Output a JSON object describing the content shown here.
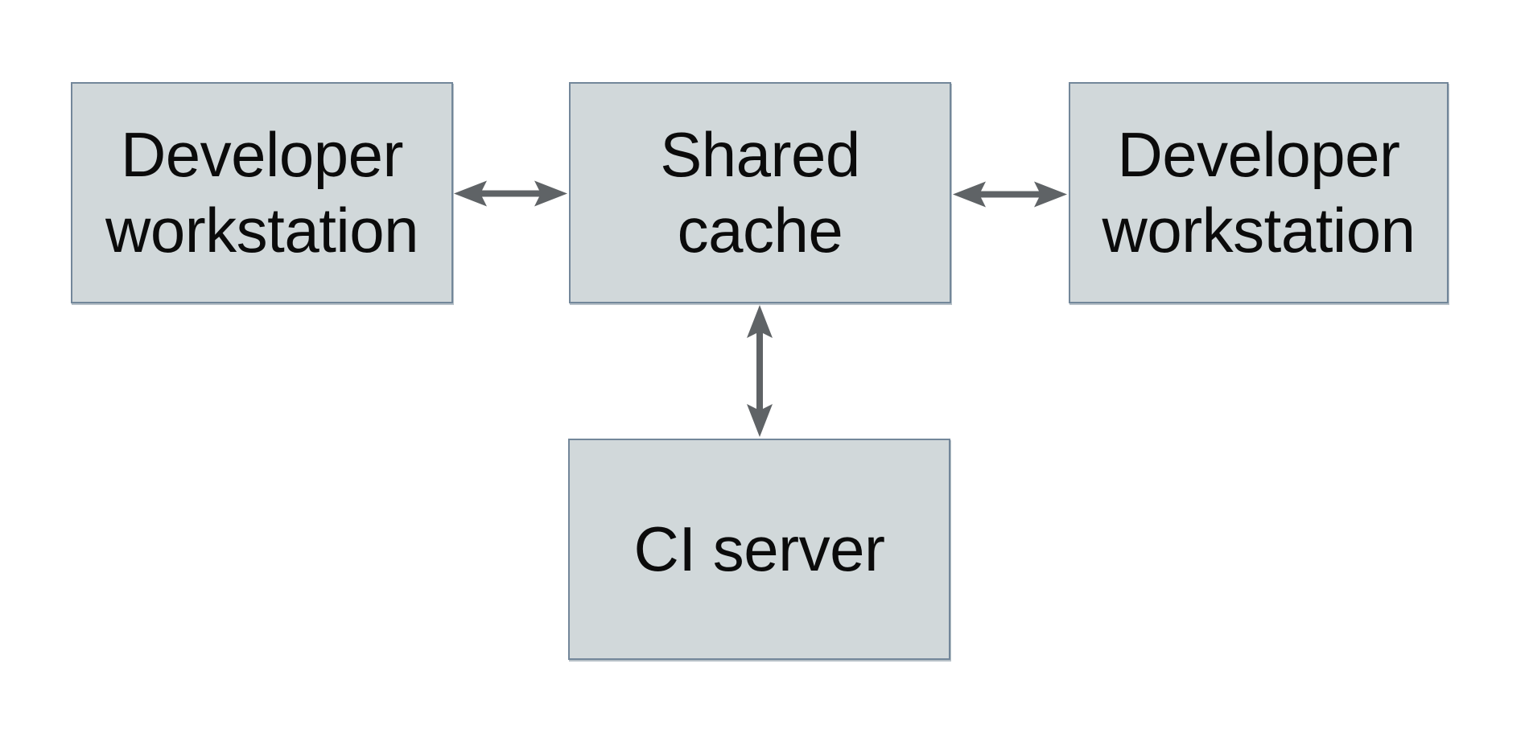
{
  "diagram": {
    "nodes": [
      {
        "id": "developer-workstation-left",
        "label": "Developer\nworkstation"
      },
      {
        "id": "shared-cache",
        "label": "Shared\ncache"
      },
      {
        "id": "developer-workstation-right",
        "label": "Developer\nworkstation"
      },
      {
        "id": "ci-server",
        "label": "CI server"
      }
    ],
    "edges": [
      {
        "from": "developer-workstation-left",
        "to": "shared-cache",
        "direction": "bidirectional",
        "style": "double-arrow"
      },
      {
        "from": "shared-cache",
        "to": "developer-workstation-right",
        "direction": "bidirectional",
        "style": "double-arrow"
      },
      {
        "from": "shared-cache",
        "to": "ci-server",
        "direction": "bidirectional",
        "style": "double-arrow"
      }
    ],
    "colors": {
      "background": "#ffffff",
      "node_fill": "#d1d8da",
      "node_border": "#73879a",
      "arrow": "#5f6366",
      "text": "#0b0b0b"
    }
  }
}
